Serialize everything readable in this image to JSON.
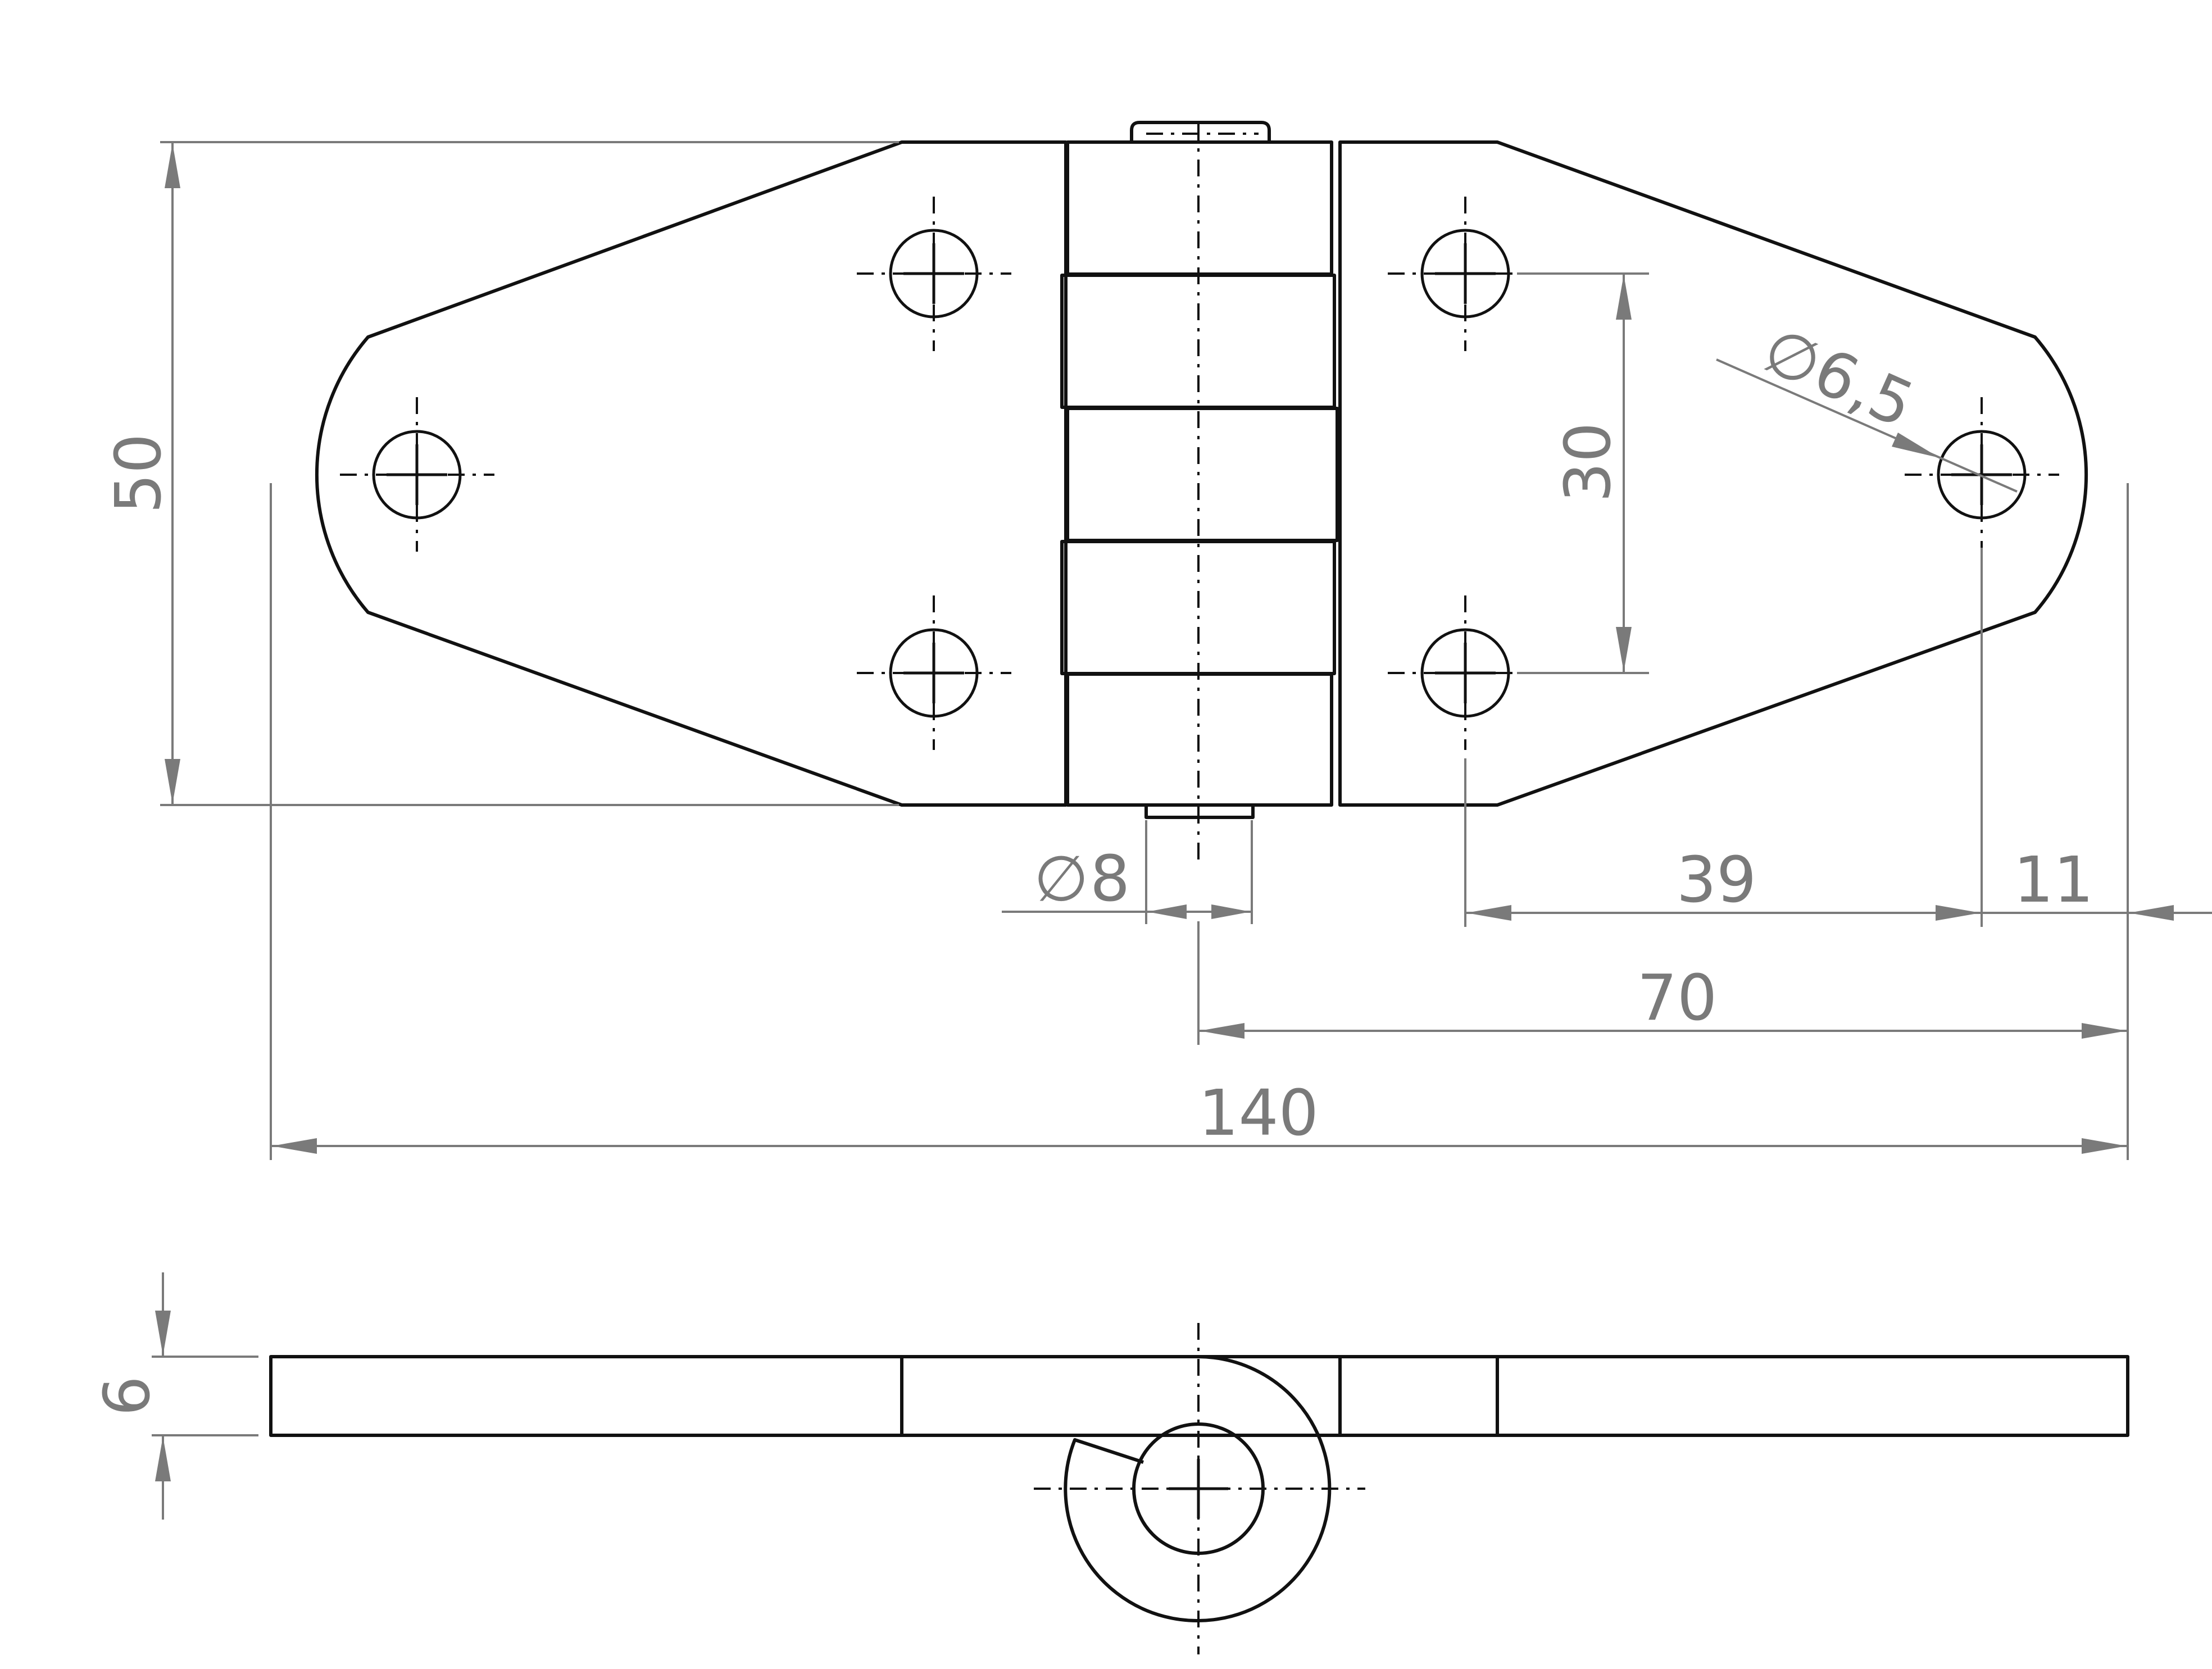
{
  "dimensions": {
    "height_50": "50",
    "spacing_30": "30",
    "hole_diameter": "6,5",
    "pin_diameter": "8",
    "dist_39": "39",
    "dist_11": "11",
    "dist_70": "70",
    "length_140": "140",
    "thickness_6": "6"
  },
  "symbols": {
    "diameter": "∅"
  }
}
